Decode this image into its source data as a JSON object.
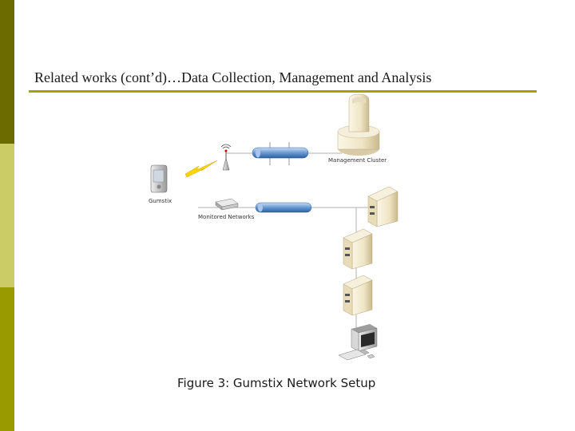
{
  "slide": {
    "title": "Related works (cont’d)…Data Collection, Management and Analysis",
    "accent_colors": [
      "#6b6b00",
      "#cccc66",
      "#999900"
    ],
    "rule_color": "#a3a300"
  },
  "diagram": {
    "labels": {
      "management_cluster": "Management Cluster",
      "gumstix": "Gumstix",
      "monitored_networks": "Monitored Networks"
    },
    "icons": [
      "management-cluster-icon",
      "pda-icon",
      "lightning-icon",
      "antenna-icon",
      "router-icon",
      "network-pipe-icon",
      "server-icon",
      "workstation-icon"
    ]
  },
  "figure": {
    "caption": "Figure 3: Gumstix Network Setup"
  }
}
